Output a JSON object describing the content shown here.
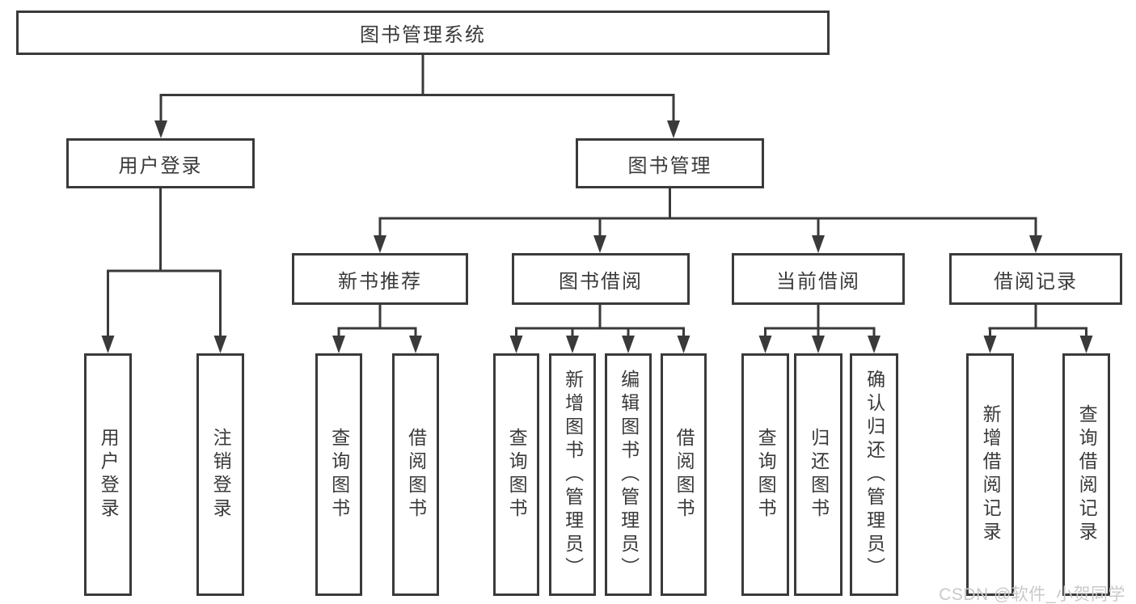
{
  "tree": {
    "root": "图书管理系统",
    "branches": [
      {
        "label": "用户登录",
        "children": [
          "用户登录",
          "注销登录"
        ]
      },
      {
        "label": "图书管理",
        "groups": [
          {
            "label": "新书推荐",
            "children": [
              "查询图书",
              "借阅图书"
            ]
          },
          {
            "label": "图书借阅",
            "children": [
              "查询图书",
              "新增图书（管理员）",
              "编辑图书（管理员）",
              "借阅图书"
            ]
          },
          {
            "label": "当前借阅",
            "children": [
              "查询图书",
              "归还图书",
              "确认归还（管理员）"
            ]
          },
          {
            "label": "借阅记录",
            "children": [
              "新增借阅记录",
              "查询借阅记录"
            ]
          }
        ]
      }
    ]
  },
  "watermark": "CSDN @软件_小贺同学",
  "colors": {
    "line": "#3a3a3a",
    "text": "#3a3a3a",
    "background": "#ffffff",
    "watermark": "#c9c9c9"
  }
}
